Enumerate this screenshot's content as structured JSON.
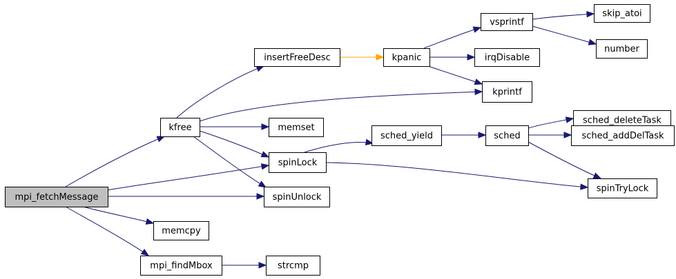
{
  "graph": {
    "nodes": [
      {
        "id": "mpi_fetchMessage",
        "label": "mpi_fetchMessage",
        "root": true
      },
      {
        "id": "kfree",
        "label": "kfree"
      },
      {
        "id": "memcpy",
        "label": "memcpy"
      },
      {
        "id": "mpi_findMbox",
        "label": "mpi_findMbox"
      },
      {
        "id": "spinLock",
        "label": "spinLock"
      },
      {
        "id": "spinUnlock",
        "label": "spinUnlock"
      },
      {
        "id": "insertFreeDesc",
        "label": "insertFreeDesc"
      },
      {
        "id": "memset",
        "label": "memset"
      },
      {
        "id": "kpanic",
        "label": "kpanic"
      },
      {
        "id": "kprintf",
        "label": "kprintf"
      },
      {
        "id": "irqDisable",
        "label": "irqDisable"
      },
      {
        "id": "vsprintf",
        "label": "vsprintf"
      },
      {
        "id": "skip_atoi",
        "label": "skip_atoi"
      },
      {
        "id": "number",
        "label": "number"
      },
      {
        "id": "sched_yield",
        "label": "sched_yield"
      },
      {
        "id": "sched",
        "label": "sched"
      },
      {
        "id": "sched_deleteTask",
        "label": "sched_deleteTask"
      },
      {
        "id": "sched_addDelTask",
        "label": "sched_addDelTask"
      },
      {
        "id": "spinTryLock",
        "label": "spinTryLock"
      },
      {
        "id": "strcmp",
        "label": "strcmp"
      }
    ],
    "edges": [
      {
        "from": "mpi_fetchMessage",
        "to": "kfree"
      },
      {
        "from": "mpi_fetchMessage",
        "to": "spinLock"
      },
      {
        "from": "mpi_fetchMessage",
        "to": "spinUnlock"
      },
      {
        "from": "mpi_fetchMessage",
        "to": "memcpy"
      },
      {
        "from": "mpi_fetchMessage",
        "to": "mpi_findMbox"
      },
      {
        "from": "kfree",
        "to": "insertFreeDesc"
      },
      {
        "from": "kfree",
        "to": "kprintf"
      },
      {
        "from": "kfree",
        "to": "memset"
      },
      {
        "from": "kfree",
        "to": "spinLock"
      },
      {
        "from": "kfree",
        "to": "spinUnlock"
      },
      {
        "from": "insertFreeDesc",
        "to": "kpanic",
        "color": "orange"
      },
      {
        "from": "kpanic",
        "to": "vsprintf"
      },
      {
        "from": "kpanic",
        "to": "irqDisable"
      },
      {
        "from": "kpanic",
        "to": "kprintf"
      },
      {
        "from": "vsprintf",
        "to": "skip_atoi"
      },
      {
        "from": "vsprintf",
        "to": "number"
      },
      {
        "from": "spinLock",
        "to": "sched_yield"
      },
      {
        "from": "spinLock",
        "to": "spinTryLock"
      },
      {
        "from": "sched_yield",
        "to": "sched"
      },
      {
        "from": "sched",
        "to": "sched_deleteTask"
      },
      {
        "from": "sched",
        "to": "sched_addDelTask"
      },
      {
        "from": "sched",
        "to": "spinTryLock"
      },
      {
        "from": "mpi_findMbox",
        "to": "strcmp"
      }
    ]
  },
  "colors": {
    "edge": "#191970",
    "edge_highlight": "#ffa500",
    "root_fill": "#bfbfbf",
    "node_fill": "#ffffff"
  }
}
